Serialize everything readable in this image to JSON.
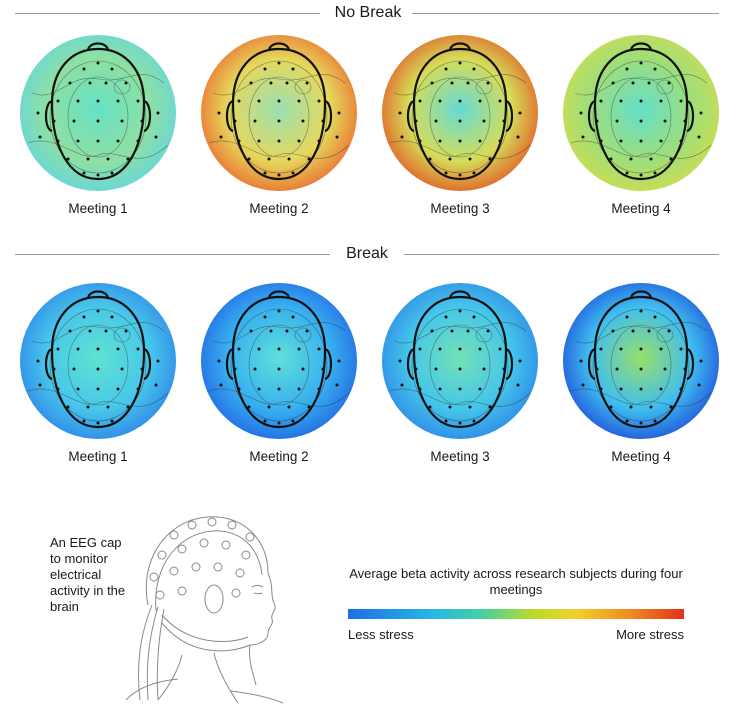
{
  "sections": {
    "no_break": {
      "title": "No Break",
      "meetings": [
        {
          "label": "Meeting 1",
          "colors": [
            "#67e1c6",
            "#8ee0a2",
            "#5fd4e6"
          ]
        },
        {
          "label": "Meeting 2",
          "colors": [
            "#9be0b2",
            "#e6d85c",
            "#ea5a28"
          ]
        },
        {
          "label": "Meeting 3",
          "colors": [
            "#63dbd6",
            "#d6dc58",
            "#e3451f"
          ]
        },
        {
          "label": "Meeting 4",
          "colors": [
            "#64dfcb",
            "#9ede7a",
            "#d5dc4b"
          ]
        }
      ]
    },
    "break": {
      "title": "Break",
      "meetings": [
        {
          "label": "Meeting 1",
          "colors": [
            "#5ee3d0",
            "#48c7ea",
            "#2a7be8"
          ]
        },
        {
          "label": "Meeting 2",
          "colors": [
            "#5fe0d8",
            "#38b0ef",
            "#1e5ce2"
          ]
        },
        {
          "label": "Meeting 3",
          "colors": [
            "#74e1b6",
            "#44c6ea",
            "#2a7de6"
          ]
        },
        {
          "label": "Meeting 4",
          "colors": [
            "#99df6a",
            "#3fbef0",
            "#1a3fd6"
          ]
        }
      ]
    }
  },
  "caption": "An EEG cap to monitor electrical activity in the brain",
  "legend": {
    "title": "Average beta activity across research subjects during four meetings",
    "low_label": "Less stress",
    "high_label": "More stress",
    "colors": [
      "#1e6fe0",
      "#26b6e8",
      "#46d1a0",
      "#b8dc2a",
      "#f2d02a",
      "#f08a1f",
      "#e2321a"
    ]
  }
}
